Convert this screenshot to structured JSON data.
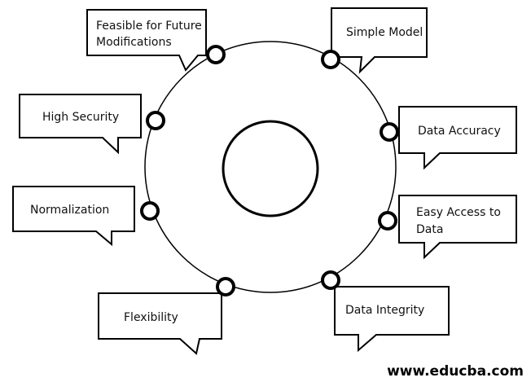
{
  "diagram": {
    "center_label": "",
    "features": [
      {
        "id": "feasible",
        "lines": [
          "Feasible for Future",
          "Modifications"
        ]
      },
      {
        "id": "simple-model",
        "lines": [
          "Simple Model"
        ]
      },
      {
        "id": "high-security",
        "lines": [
          "High Security"
        ]
      },
      {
        "id": "data-accuracy",
        "lines": [
          "Data Accuracy"
        ]
      },
      {
        "id": "normalization",
        "lines": [
          "Normalization"
        ]
      },
      {
        "id": "easy-access",
        "lines": [
          "Easy Access to",
          "Data"
        ]
      },
      {
        "id": "flexibility",
        "lines": [
          "Flexibility"
        ]
      },
      {
        "id": "data-integrity",
        "lines": [
          "Data Integrity"
        ]
      }
    ]
  },
  "watermark": "www.educba.com"
}
